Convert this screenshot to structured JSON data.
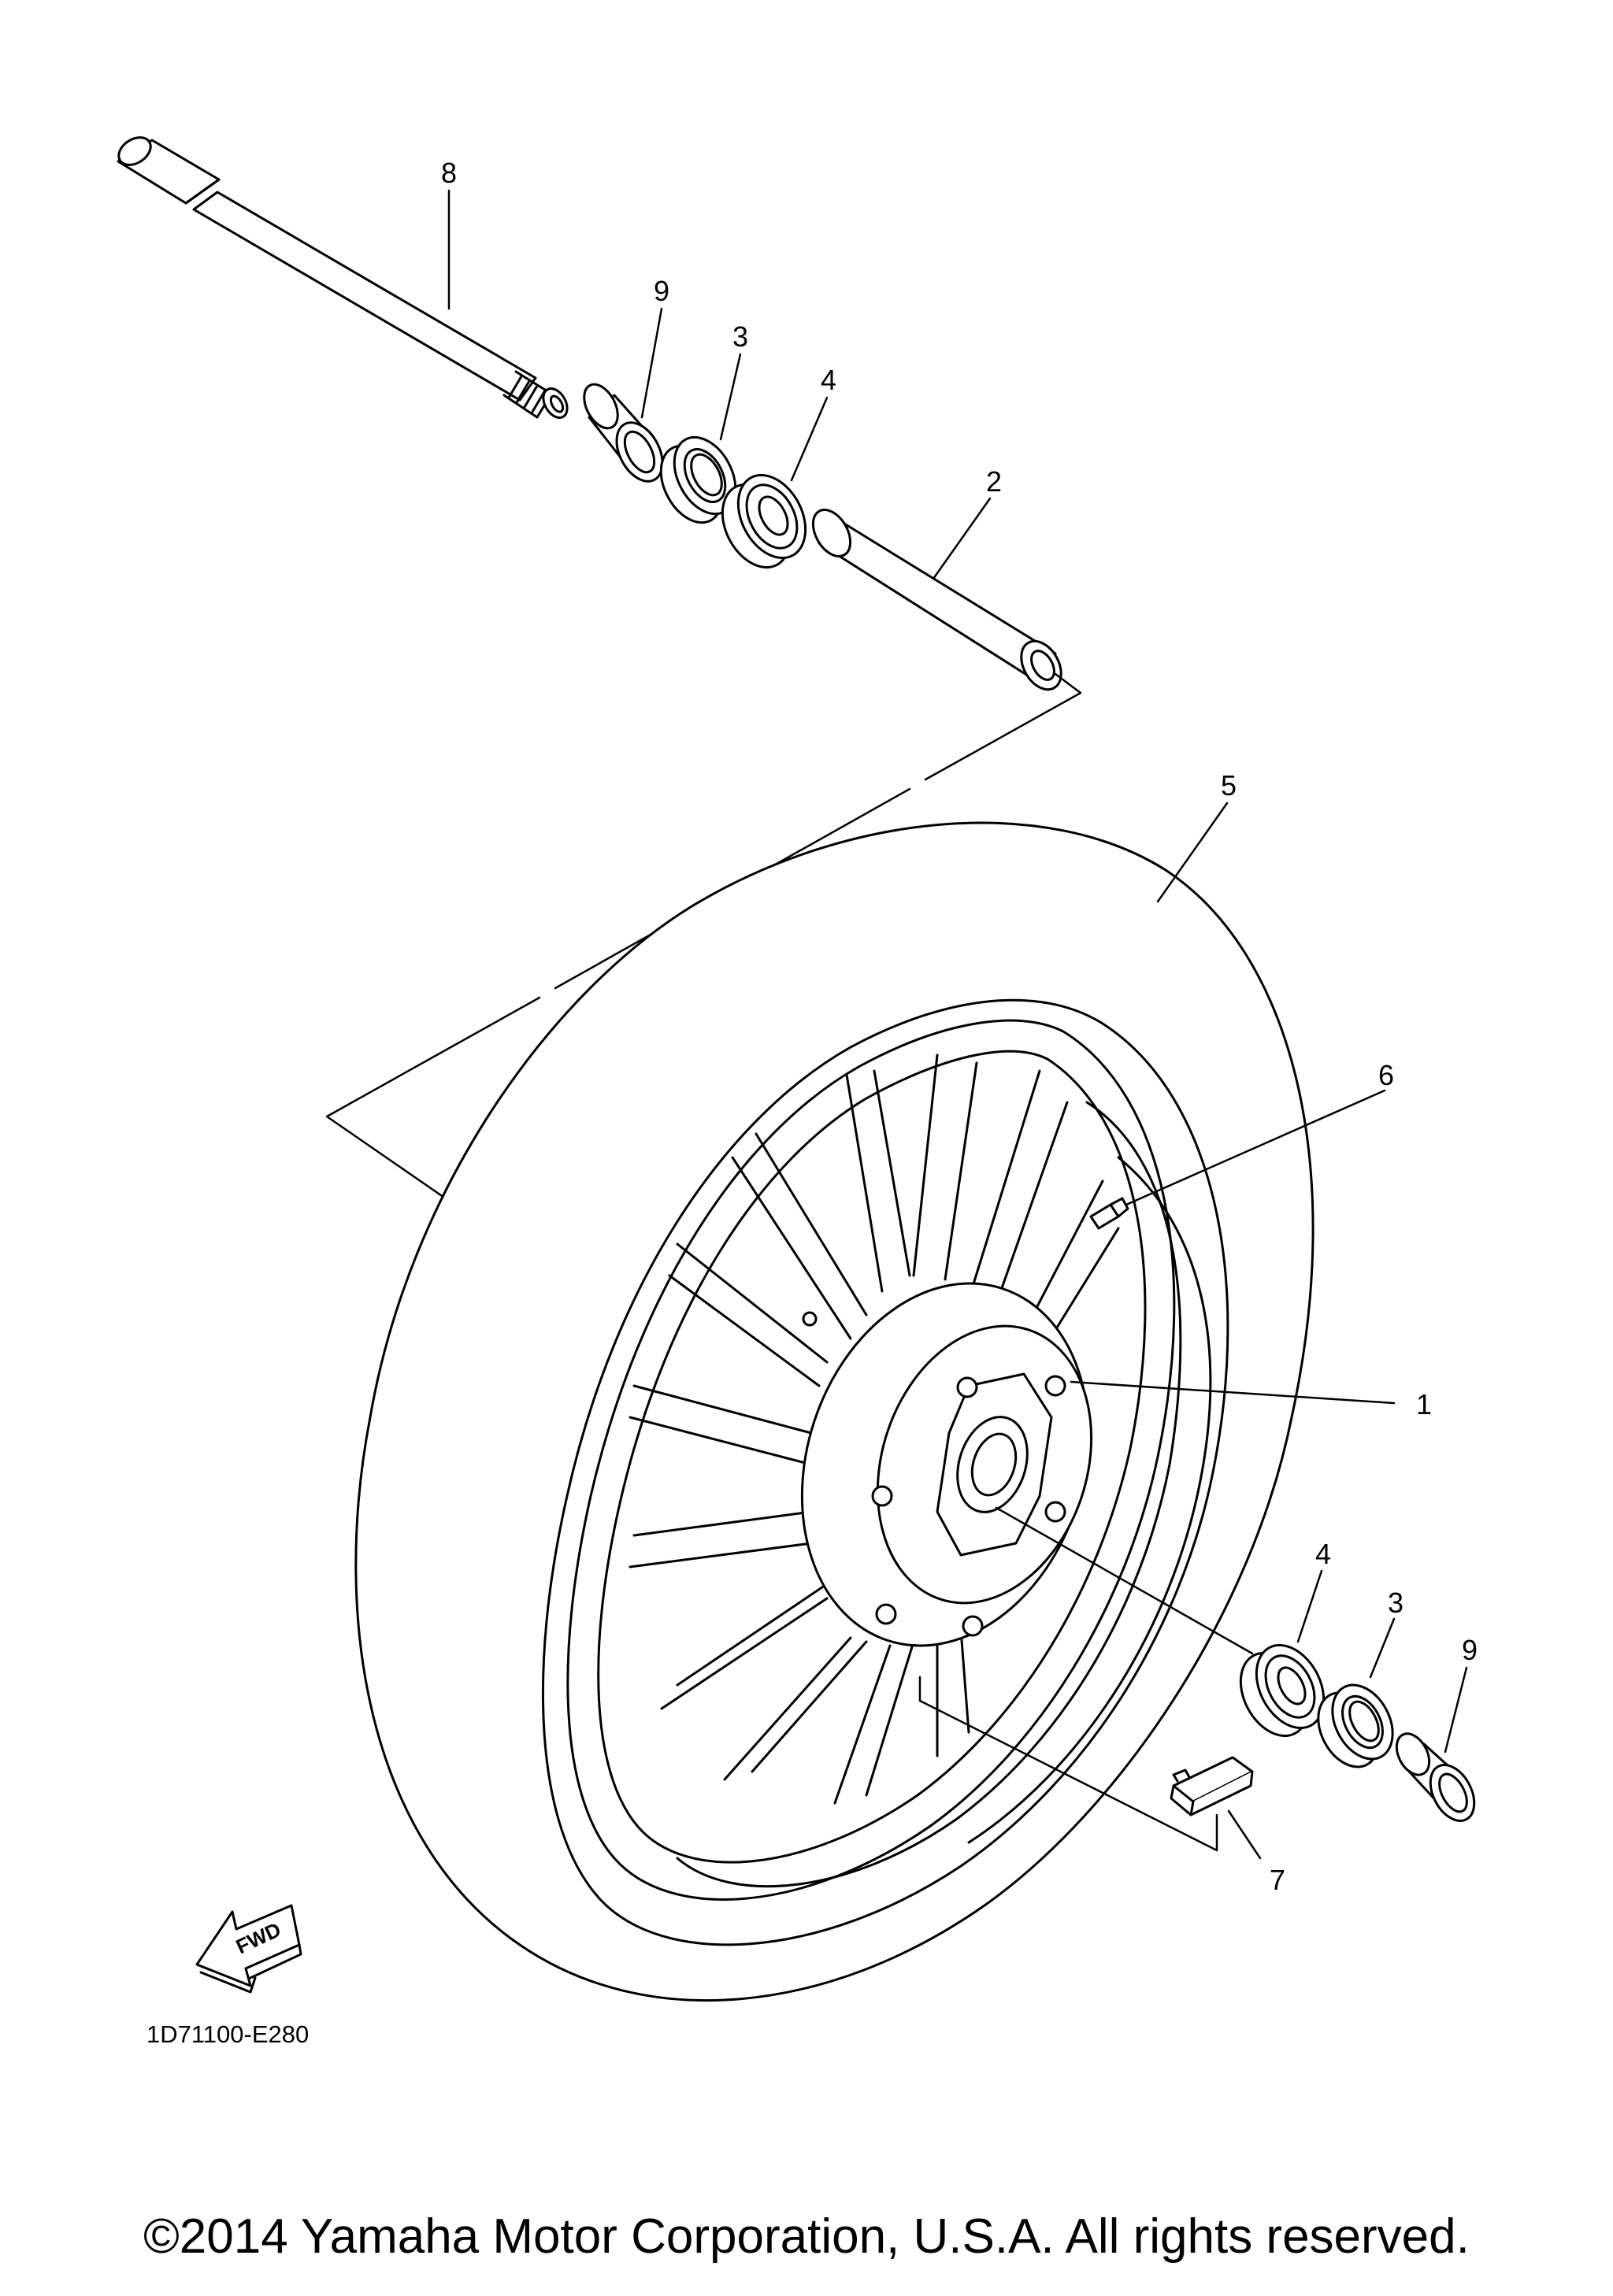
{
  "callouts": {
    "axle": "8",
    "collar_top": "9",
    "oil_seal_top": "3",
    "bearing_top": "4",
    "spacer": "2",
    "tire": "5",
    "valve": "6",
    "wheel": "1",
    "bearing_bottom": "4",
    "oil_seal_bottom": "3",
    "collar_bottom": "9",
    "balance_weight": "7"
  },
  "fwd_label": "FWD",
  "diagram_code": "1D71100-E280",
  "copyright": "©2014 Yamaha Motor Corporation, U.S.A. All rights reserved."
}
